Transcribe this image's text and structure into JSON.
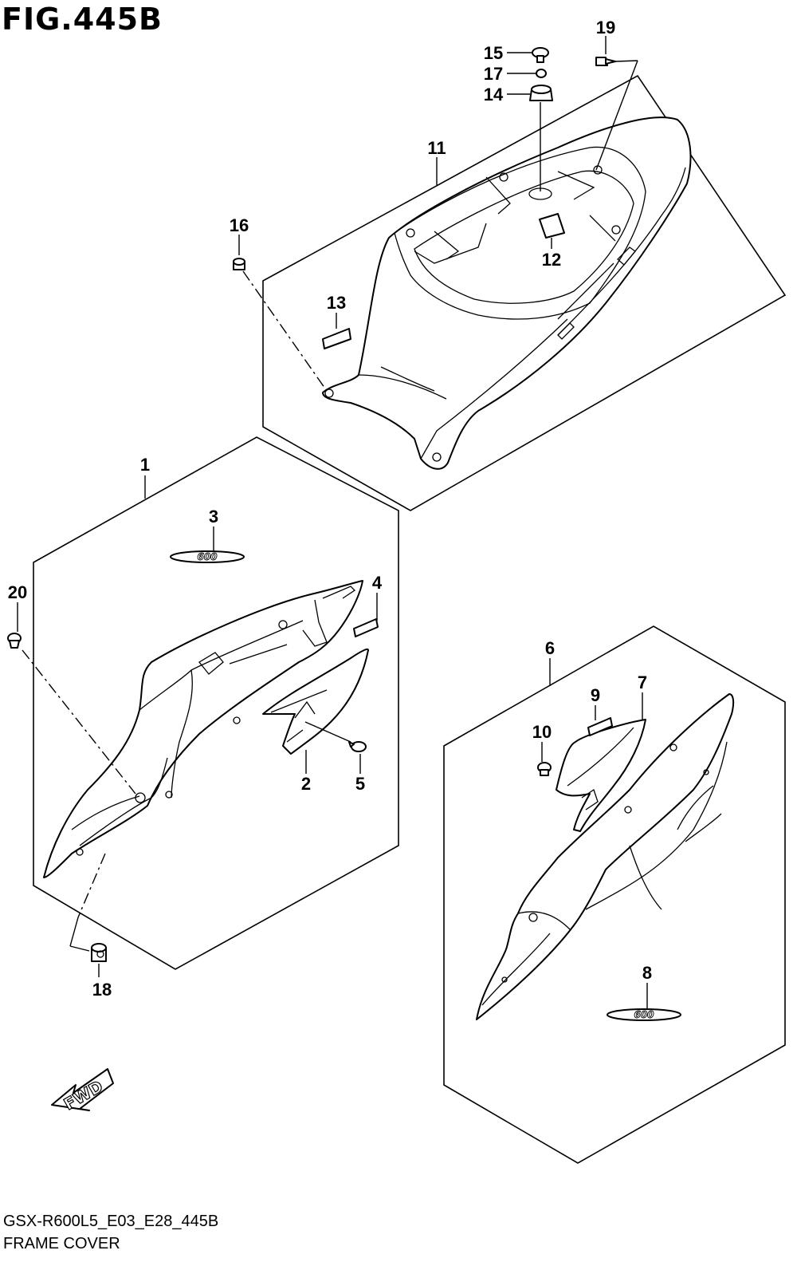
{
  "figure": {
    "title": "FIG.445B",
    "model_code": "GSX-R600L5_E03_E28_445B",
    "name": "FRAME COVER"
  },
  "callouts": [
    "1",
    "2",
    "3",
    "4",
    "5",
    "6",
    "7",
    "8",
    "9",
    "10",
    "11",
    "12",
    "13",
    "14",
    "15",
    "16",
    "17",
    "18",
    "19",
    "20"
  ],
  "emblem_text": "600",
  "direction_label": "FWD"
}
